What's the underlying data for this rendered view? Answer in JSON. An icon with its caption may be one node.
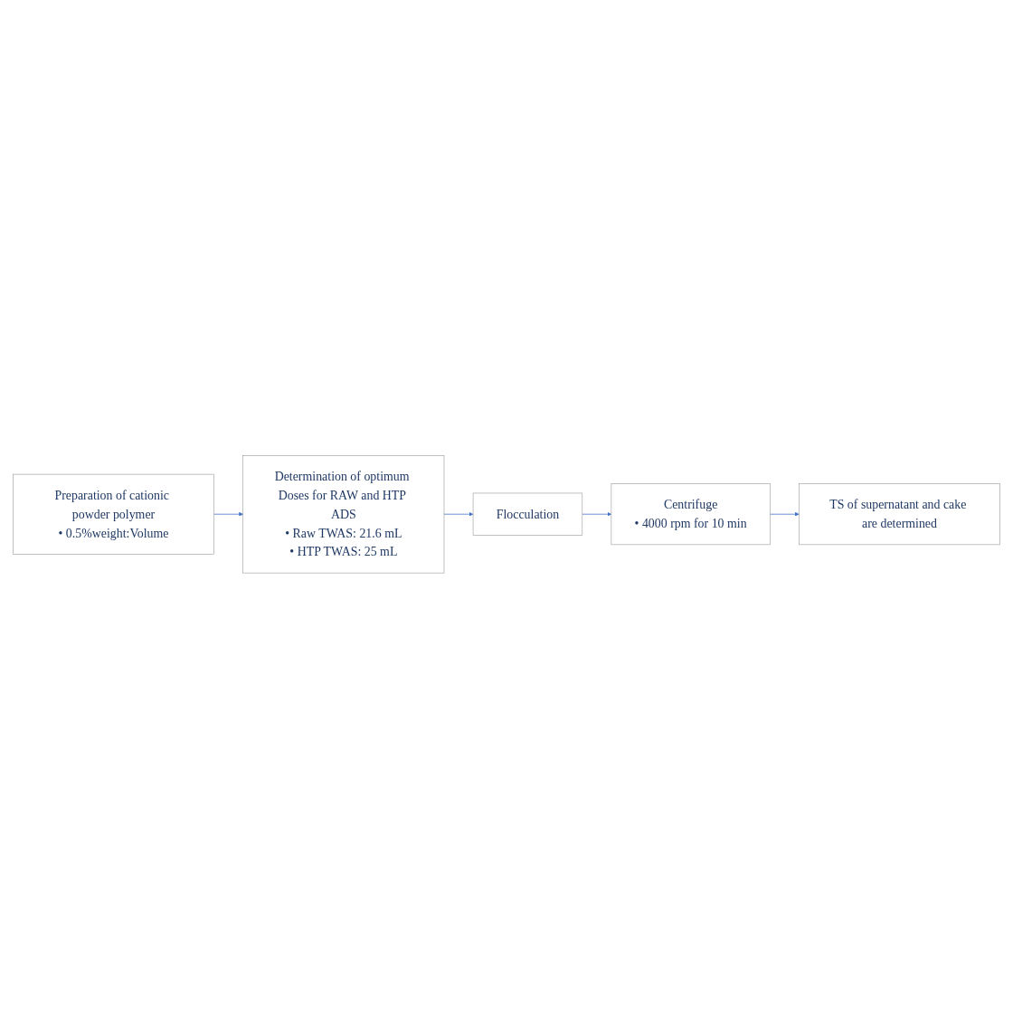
{
  "diagram": {
    "nodes": [
      {
        "text": [
          "Preparation of cationic powder polymer",
          "• 0.5%weight:Volume"
        ]
      },
      {
        "text": [
          "Determination of optimum Doses for RAW and HTP ADS",
          "• Raw TWAS: 21.6 mL",
          "• HTP TWAS: 25 mL"
        ]
      },
      {
        "text": [
          "Flocculation"
        ]
      },
      {
        "text": [
          "Centrifuge",
          "• 4000 rpm for 10 min"
        ]
      },
      {
        "text": [
          "TS of supernatant and cake are determined"
        ]
      }
    ],
    "edges": [
      {
        "from": 0,
        "to": 1,
        "arrow": "to"
      },
      {
        "from": 1,
        "to": 2,
        "arrow": "to"
      },
      {
        "from": 2,
        "to": 3,
        "arrow": "to"
      },
      {
        "from": 3,
        "to": 4,
        "arrow": "to"
      }
    ]
  }
}
